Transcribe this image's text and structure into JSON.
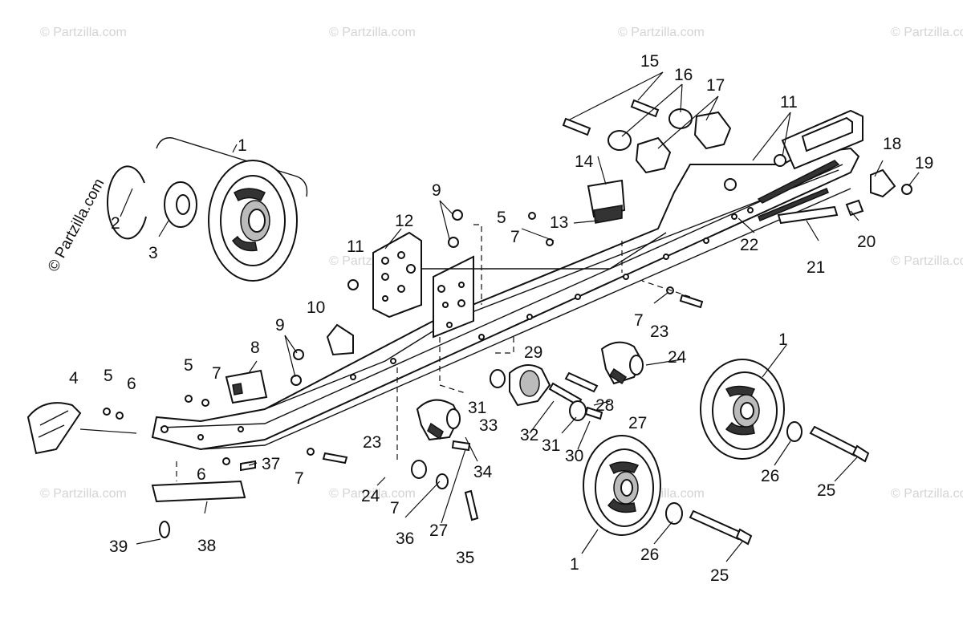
{
  "watermark": "© Partzilla.com",
  "callouts": {
    "c1_top": "1",
    "c2": "2",
    "c3": "3",
    "c4": "4",
    "c5_a": "5",
    "c5_b": "5",
    "c5_c": "5",
    "c6_a": "6",
    "c6_b": "6",
    "c7_a": "7",
    "c7_b": "7",
    "c7_c": "7",
    "c7_d": "7",
    "c7_e": "7",
    "c8": "8",
    "c9_a": "9",
    "c9_b": "9",
    "c10": "10",
    "c11_a": "11",
    "c11_b": "11",
    "c12": "12",
    "c13": "13",
    "c14": "14",
    "c15": "15",
    "c16": "16",
    "c17": "17",
    "c18": "18",
    "c19": "19",
    "c20": "20",
    "c21": "21",
    "c22": "22",
    "c23_a": "23",
    "c23_b": "23",
    "c24_a": "24",
    "c24_b": "24",
    "c25_a": "25",
    "c25_b": "25",
    "c26_a": "26",
    "c26_b": "26",
    "c27_a": "27",
    "c27_b": "27",
    "c28": "28",
    "c29": "29",
    "c30": "30",
    "c31_a": "31",
    "c31_b": "31",
    "c32": "32",
    "c33": "33",
    "c34": "34",
    "c35": "35",
    "c36": "36",
    "c37": "37",
    "c38": "38",
    "c39": "39",
    "c1_right": "1",
    "c1_bottom": "1"
  }
}
